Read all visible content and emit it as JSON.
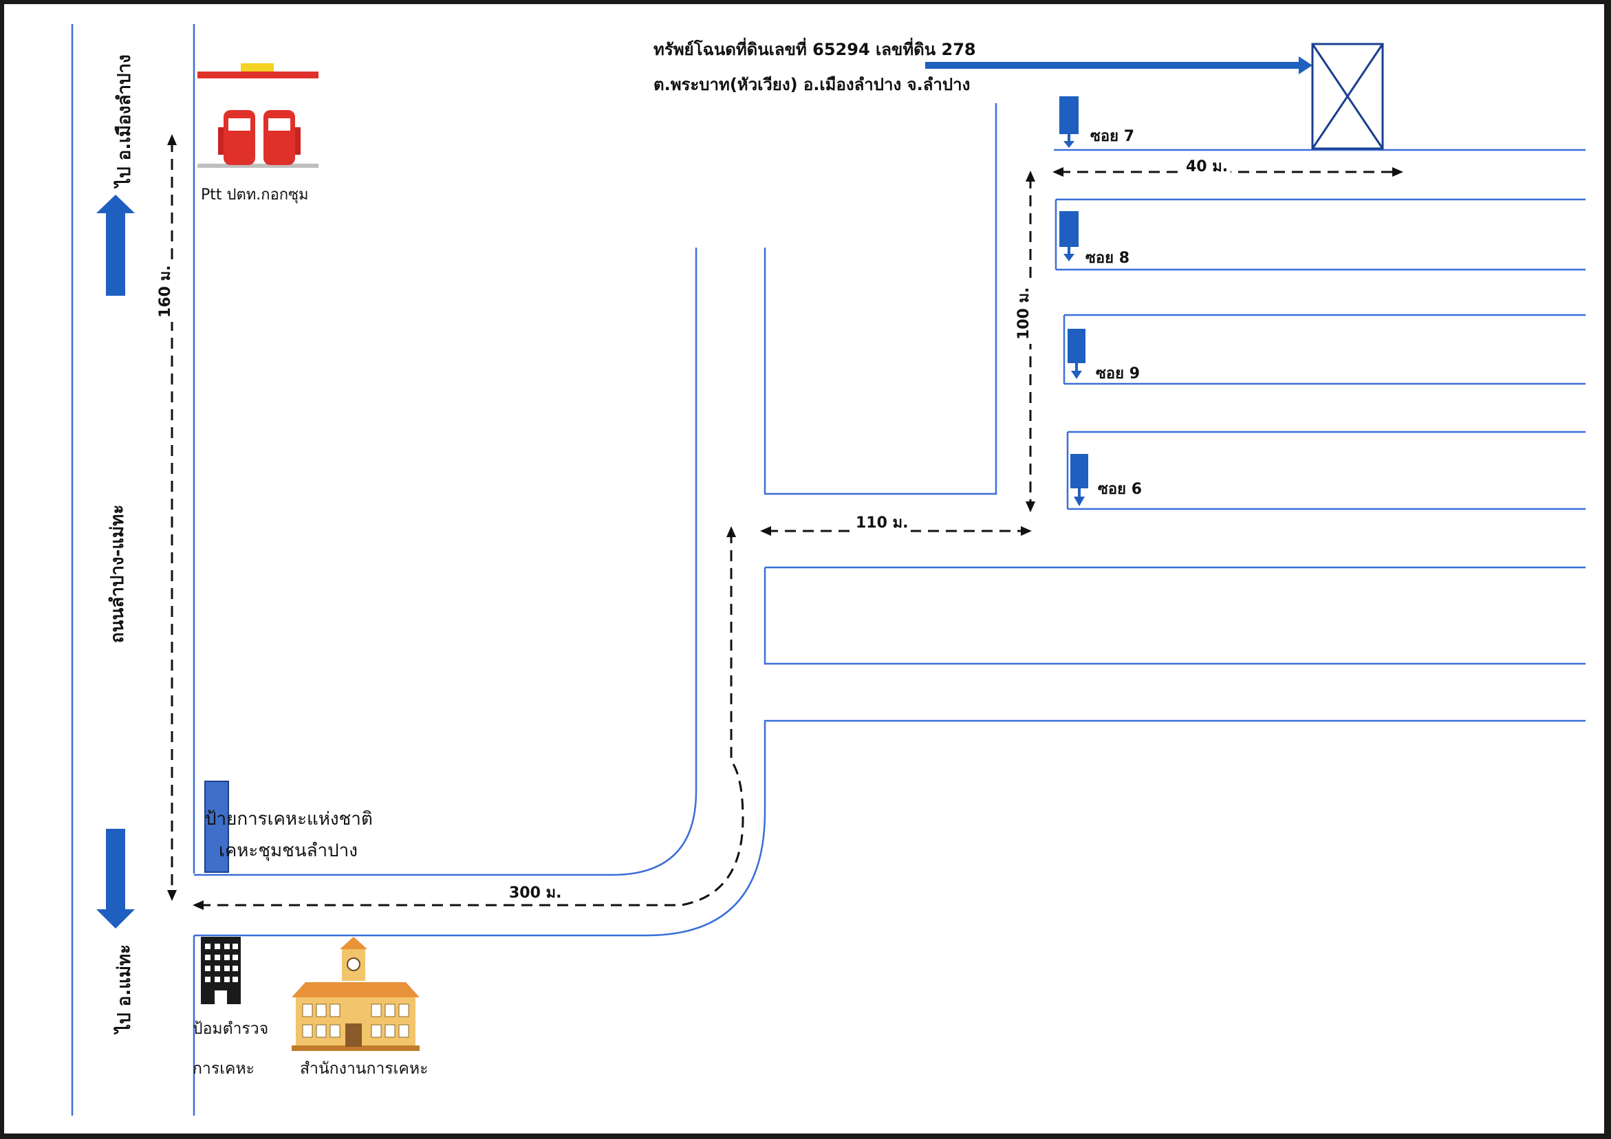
{
  "title": {
    "line1_prefix": "ทรัพย์โฉนดที่ดินเลขที่",
    "deed_no": "65294",
    "land_label": "เลขที่ดิน",
    "land_no": "278",
    "line2": "ต.พระบาท(หัวเวียง) อ.เมืองลำปาง จ.ลำปาง"
  },
  "main_road": {
    "name": "ถนนลำปาง-แม่ทะ",
    "to_north": "ไป อ.เมืองลำปาง",
    "to_south": "ไป อ.แม่ทะ"
  },
  "landmarks": {
    "gas_station": "Ptt ปตท.กอกซุม",
    "sign_line1": "ป้ายการเคหะแห่งชาติ",
    "sign_line2": "เคหะชุมชนลำปาง",
    "police_line1": "ป้อมตำรวจ",
    "police_line2": "การเคหะ",
    "office": "สำนักงานการเคหะ"
  },
  "distances": {
    "d160": "160 ม.",
    "d300": "300 ม.",
    "d110": "110 ม.",
    "d100": "100 ม.",
    "d40": "40 ม."
  },
  "sois": [
    {
      "label": "ซอย 7"
    },
    {
      "label": "ซอย 8"
    },
    {
      "label": "ซอย 9"
    },
    {
      "label": "ซอย 6"
    }
  ],
  "colors": {
    "road_line": "#3a6fd8",
    "arrow_fill": "#1f5fbf",
    "sign_fill": "#1f5fbf",
    "pump_red": "#e0302a",
    "building_orange": "#e8923a",
    "building_wall": "#f2c46b"
  }
}
